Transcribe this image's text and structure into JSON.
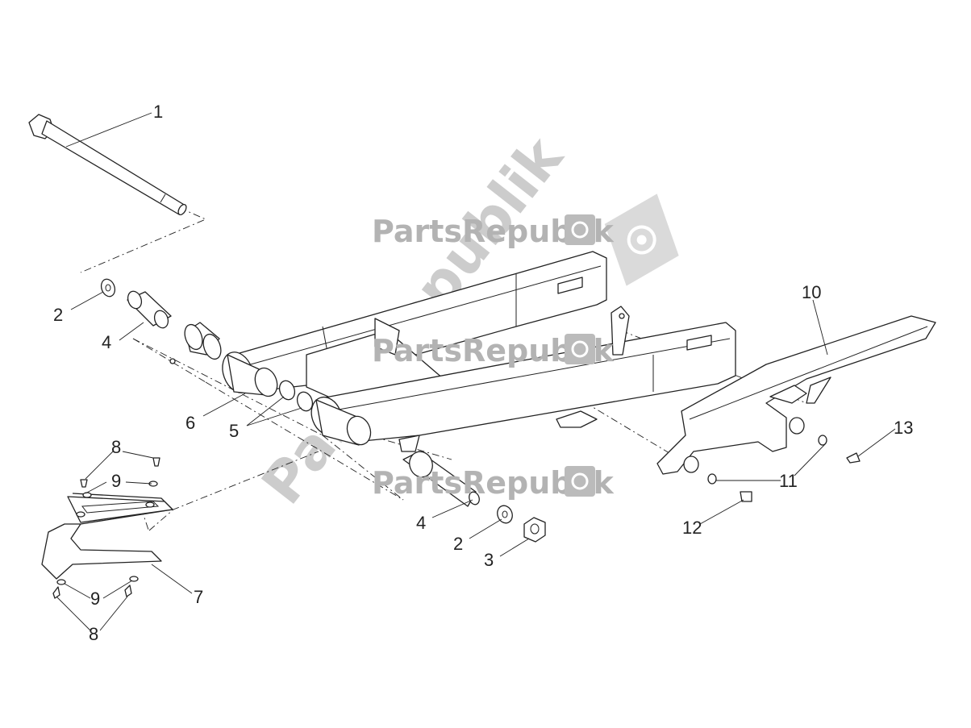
{
  "watermark": {
    "text": "PartsRepublik",
    "color": "#b3b3b3"
  },
  "callouts": [
    {
      "id": "1",
      "text": "1"
    },
    {
      "id": "2a",
      "text": "2"
    },
    {
      "id": "4a",
      "text": "4"
    },
    {
      "id": "6",
      "text": "6"
    },
    {
      "id": "5",
      "text": "5"
    },
    {
      "id": "8a",
      "text": "8"
    },
    {
      "id": "9a",
      "text": "9"
    },
    {
      "id": "7",
      "text": "7"
    },
    {
      "id": "9b",
      "text": "9"
    },
    {
      "id": "8b",
      "text": "8"
    },
    {
      "id": "4b",
      "text": "4"
    },
    {
      "id": "2b",
      "text": "2"
    },
    {
      "id": "3",
      "text": "3"
    },
    {
      "id": "10",
      "text": "10"
    },
    {
      "id": "13",
      "text": "13"
    },
    {
      "id": "11",
      "text": "11"
    },
    {
      "id": "12",
      "text": "12"
    }
  ],
  "colors": {
    "line": "#222222",
    "background": "#ffffff",
    "watermark_icon": "#bbbbbb"
  }
}
